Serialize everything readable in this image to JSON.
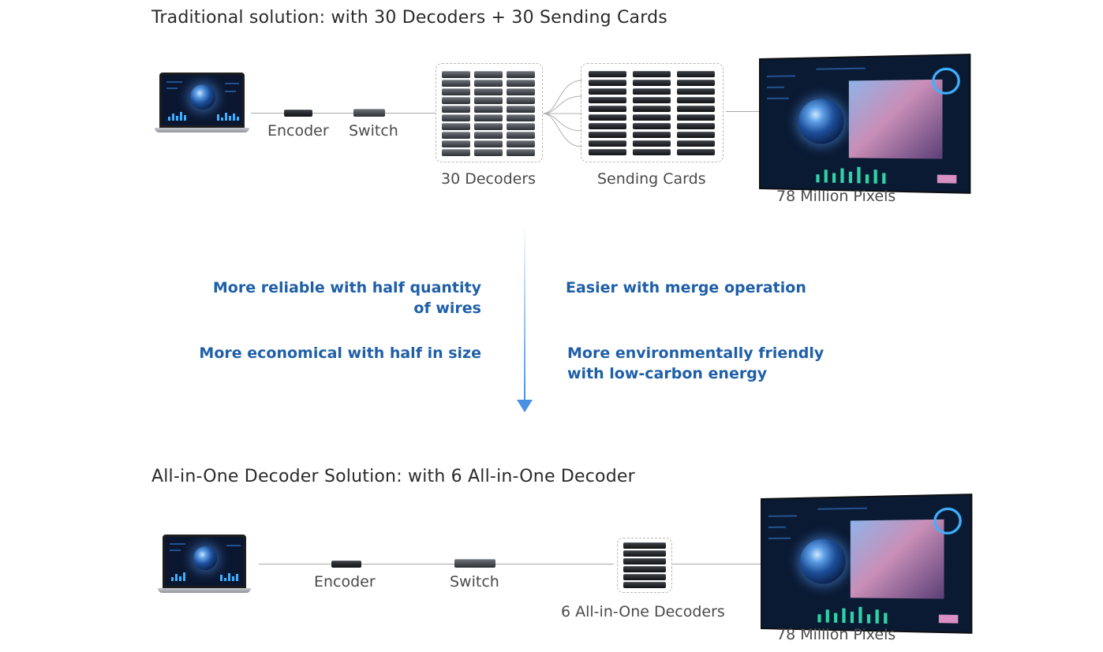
{
  "top": {
    "title": "Traditional solution: with 30 Decoders + 30 Sending Cards",
    "encoder_label": "Encoder",
    "switch_label": "Switch",
    "decoders_label": "30 Decoders",
    "sending_cards_label": "Sending Cards",
    "wall_label": "78 Million Pixels"
  },
  "benefits": {
    "left_1": [
      "More reliable with half quantity",
      "of wires"
    ],
    "left_2": "More economical with half in size",
    "right_1": "Easier with merge operation",
    "right_2": [
      "More environmentally friendly",
      "with low-carbon energy"
    ]
  },
  "bottom": {
    "title": "All-in-One Decoder Solution: with 6 All-in-One Decoder",
    "encoder_label": "Encoder",
    "switch_label": "Switch",
    "decoders_label": "6 All-in-One Decoders",
    "wall_label": "78 Million Pixels"
  },
  "colors": {
    "benefit_text": "#1f5fa8",
    "arrow": "#4a90e2",
    "wire": "#a8a8a8"
  },
  "icons": [
    "laptop-icon",
    "encoder-icon",
    "switch-icon",
    "decoder-rack-icon",
    "sending-card-icon",
    "video-wall-icon"
  ]
}
